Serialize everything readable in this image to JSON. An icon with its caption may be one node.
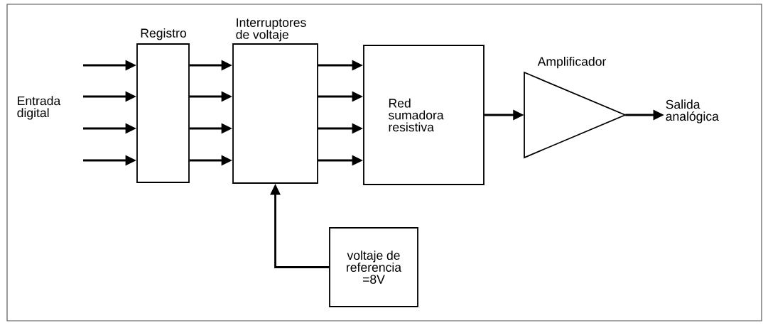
{
  "diagram": {
    "nodes": [
      {
        "text": [
          "Entrada digital"
        ]
      },
      {
        "text": [
          "Registro"
        ]
      },
      {
        "text": [
          "Interruptores de voltaje"
        ]
      },
      {
        "text": [
          "Red sumadora resistiva"
        ]
      },
      {
        "text": [
          "Amplificador"
        ]
      },
      {
        "text": [
          "Salida analógica"
        ]
      },
      {
        "text": [
          "voltaje de referencia =8V"
        ]
      }
    ],
    "edges": [
      {
        "from": 0,
        "to": 1,
        "arrow": "to"
      },
      {
        "from": 0,
        "to": 1,
        "arrow": "to"
      },
      {
        "from": 0,
        "to": 1,
        "arrow": "to"
      },
      {
        "from": 0,
        "to": 1,
        "arrow": "to"
      },
      {
        "from": 1,
        "to": 2,
        "arrow": "to"
      },
      {
        "from": 1,
        "to": 2,
        "arrow": "to"
      },
      {
        "from": 1,
        "to": 2,
        "arrow": "to"
      },
      {
        "from": 1,
        "to": 2,
        "arrow": "to"
      },
      {
        "from": 2,
        "to": 3,
        "arrow": "to"
      },
      {
        "from": 2,
        "to": 3,
        "arrow": "to"
      },
      {
        "from": 2,
        "to": 3,
        "arrow": "to"
      },
      {
        "from": 2,
        "to": 3,
        "arrow": "to"
      },
      {
        "from": 3,
        "to": 4,
        "arrow": "to"
      },
      {
        "from": 4,
        "to": 5,
        "arrow": "to"
      },
      {
        "from": 6,
        "to": 2,
        "arrow": "to"
      }
    ]
  }
}
